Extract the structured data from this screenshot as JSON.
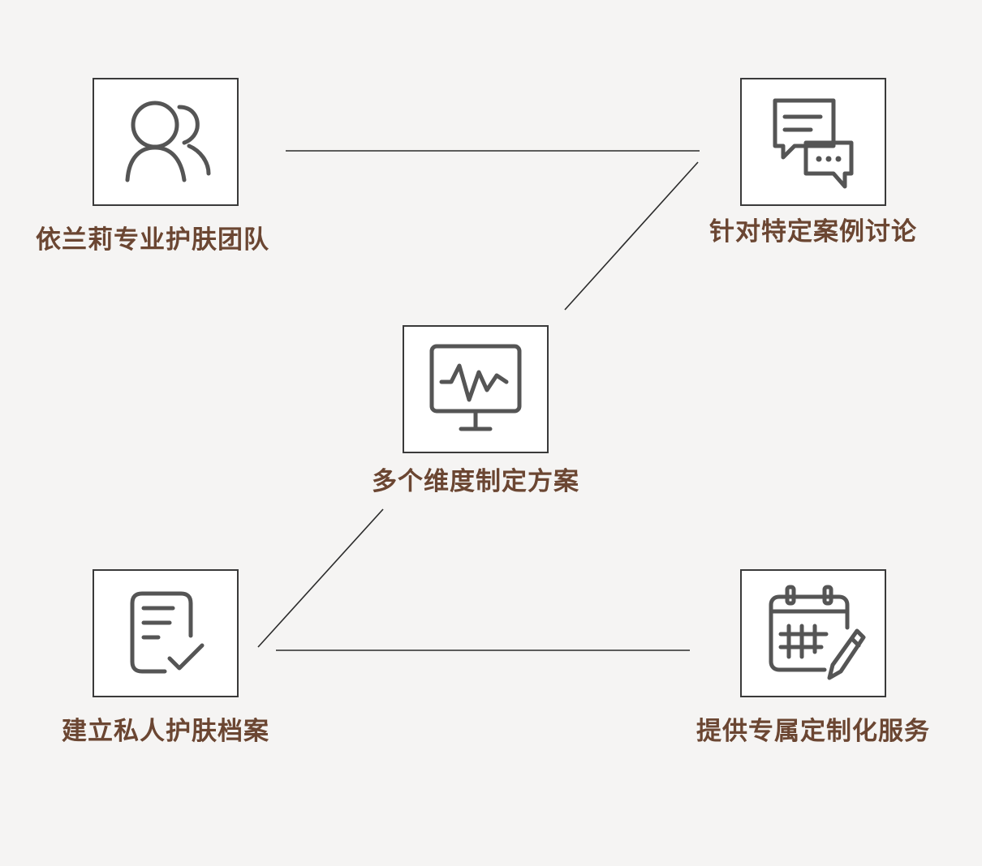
{
  "nodes": {
    "team": {
      "label": "依兰莉专业护肤团队",
      "icon": "users-icon"
    },
    "discussion": {
      "label": "针对特定案例讨论",
      "icon": "chat-messages-icon"
    },
    "plan": {
      "label": "多个维度制定方案",
      "icon": "monitor-pulse-icon"
    },
    "archive": {
      "label": "建立私人护肤档案",
      "icon": "document-check-icon"
    },
    "service": {
      "label": "提供专属定制化服务",
      "icon": "calendar-edit-icon"
    }
  },
  "colors": {
    "label": "#6b4632",
    "icon": "#555555",
    "line": "#2b2b2b",
    "background": "#f5f4f3"
  }
}
